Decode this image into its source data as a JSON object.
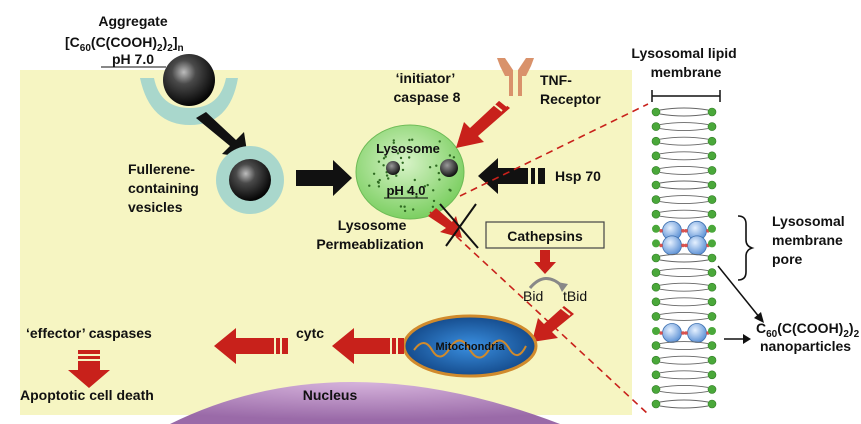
{
  "aggregate": {
    "title": "Aggregate",
    "formula_prefix": "[C",
    "formula_sub1": "60",
    "formula_mid": "(C(COOH)",
    "formula_sub2": "2",
    "formula_close": ")",
    "formula_sub3": "2",
    "formula_end": "]",
    "formula_sub4": "n",
    "ph": "pH 7.0"
  },
  "vesicle_label": [
    "Fullerene-",
    "containing",
    "vesicles"
  ],
  "initiator_label": [
    "‘initiator’",
    "caspase 8"
  ],
  "tnf_label": [
    "TNF-",
    "Receptor"
  ],
  "lysosome": {
    "name": "Lysosome",
    "ph": "pH 4.0"
  },
  "hsp_label": "Hsp 70",
  "permeabilization_label": [
    "Lysosome",
    "Permeablization"
  ],
  "cathepsins_label": "Cathepsins",
  "bid_label": "Bid",
  "tbid_label": "tBid",
  "mitochondria_label": "Mitochondria",
  "cytc_label": "cytc",
  "effector_label": "‘effector’ caspases",
  "apoptosis_label": "Apoptotic cell death",
  "nucleus_label": "Nucleus",
  "membrane_title": [
    "Lysosomal lipid",
    "membrane"
  ],
  "pore_label": [
    "Lysosomal",
    "membrane",
    "pore"
  ],
  "nanoparticle": {
    "prefix": "C",
    "sub1": "60",
    "mid": "(C(COOH)",
    "sub2": "2",
    "close": ")",
    "sub3": "2",
    "line2": "nanoparticles"
  },
  "colors": {
    "cell_background": "#f6f5c2",
    "arrow_red": "#c8211b",
    "arrow_black": "#111111",
    "lysosome_green": "#9fd98a",
    "mitochondria_blue": "#1f5fa8",
    "nucleus_purple": "#b98ac0",
    "vesicle_teal": "#a9d7cc",
    "receptor_tan": "#d9926b",
    "lipid_head_green": "#4aa83a",
    "pore_blue": "#7fb2e6"
  }
}
